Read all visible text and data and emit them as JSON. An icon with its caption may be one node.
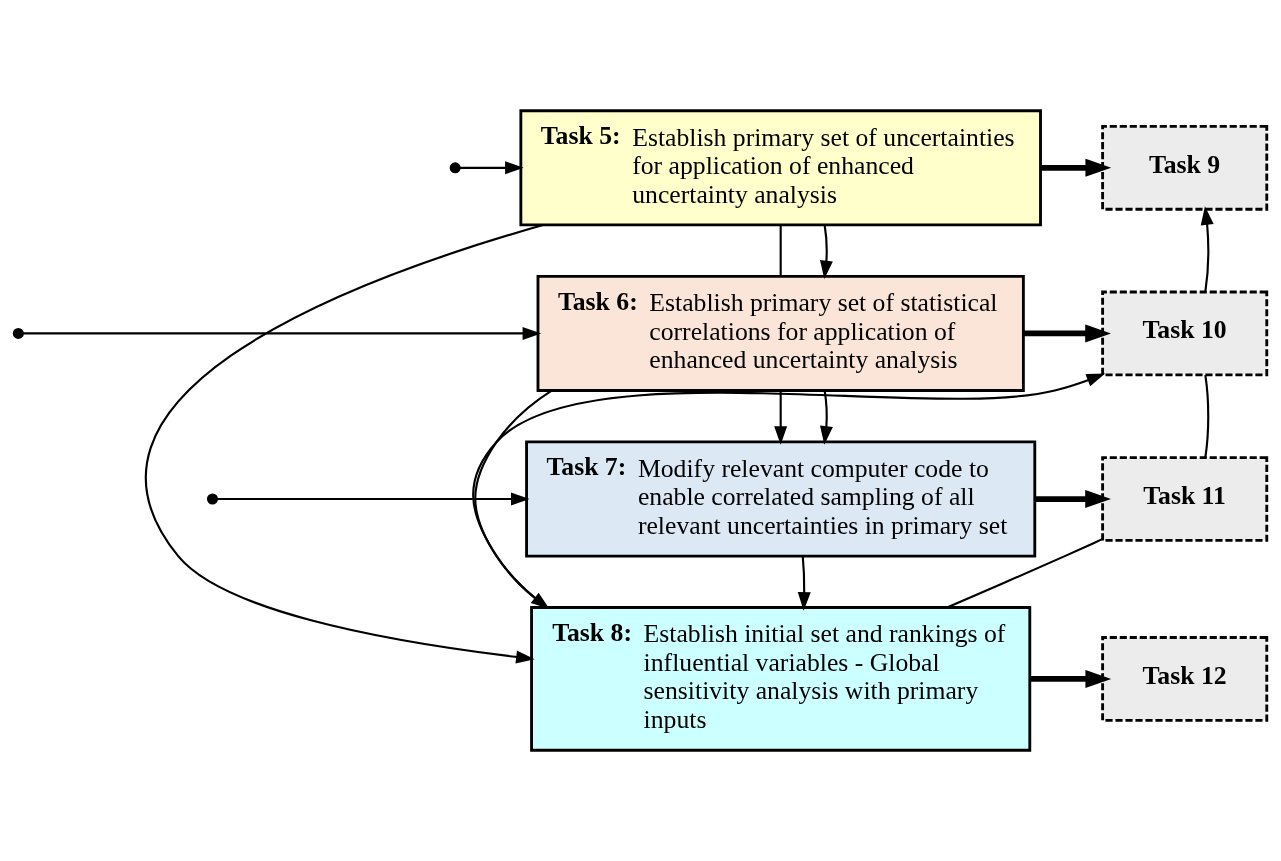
{
  "diagram": {
    "nodes": [
      {
        "text": [
          "Task 5:",
          "Establish primary set of uncertainties for application of enhanced uncertainty analysis"
        ]
      },
      {
        "text": [
          "Task 6:",
          "Establish primary set of statistical correlations for application of enhanced uncertainty analysis"
        ]
      },
      {
        "text": [
          "Task 7:",
          "Modify relevant computer code to enable correlated sampling of all relevant uncertainties in primary set"
        ]
      },
      {
        "text": [
          "Task 8:",
          "Establish initial set and rankings of influential variables - Global sensitivity analysis with primary inputs"
        ]
      },
      {
        "text": [
          "Task 9"
        ]
      },
      {
        "text": [
          "Task 10"
        ]
      },
      {
        "text": [
          "Task 11"
        ]
      },
      {
        "text": [
          "Task 12"
        ]
      }
    ],
    "edges": [
      {
        "from": null,
        "to": 0,
        "arrow": "to"
      },
      {
        "from": null,
        "to": 1,
        "arrow": "to"
      },
      {
        "from": null,
        "to": 2,
        "arrow": "to"
      },
      {
        "from": 0,
        "to": 1,
        "arrow": "none"
      },
      {
        "from": 0,
        "to": 1,
        "arrow": "to"
      },
      {
        "from": 1,
        "to": 2,
        "arrow": "to"
      },
      {
        "from": 1,
        "to": 2,
        "arrow": "to"
      },
      {
        "from": 0,
        "to": 4,
        "arrow": "to",
        "style": "thick"
      },
      {
        "from": 1,
        "to": 5,
        "arrow": "to",
        "style": "thick"
      },
      {
        "from": 2,
        "to": 6,
        "arrow": "to",
        "style": "thick"
      },
      {
        "from": 3,
        "to": 7,
        "arrow": "to",
        "style": "thick"
      },
      {
        "from": 0,
        "to": 3,
        "arrow": "to"
      },
      {
        "from": 1,
        "to": 3,
        "arrow": "to"
      },
      {
        "from": 2,
        "to": 3,
        "arrow": "to"
      },
      {
        "from": 3,
        "to": 6,
        "arrow": "none"
      },
      {
        "from": 3,
        "to": 5,
        "arrow": "to"
      },
      {
        "from": 6,
        "to": 5,
        "arrow": "none"
      },
      {
        "from": 5,
        "to": 4,
        "arrow": "to"
      }
    ]
  }
}
